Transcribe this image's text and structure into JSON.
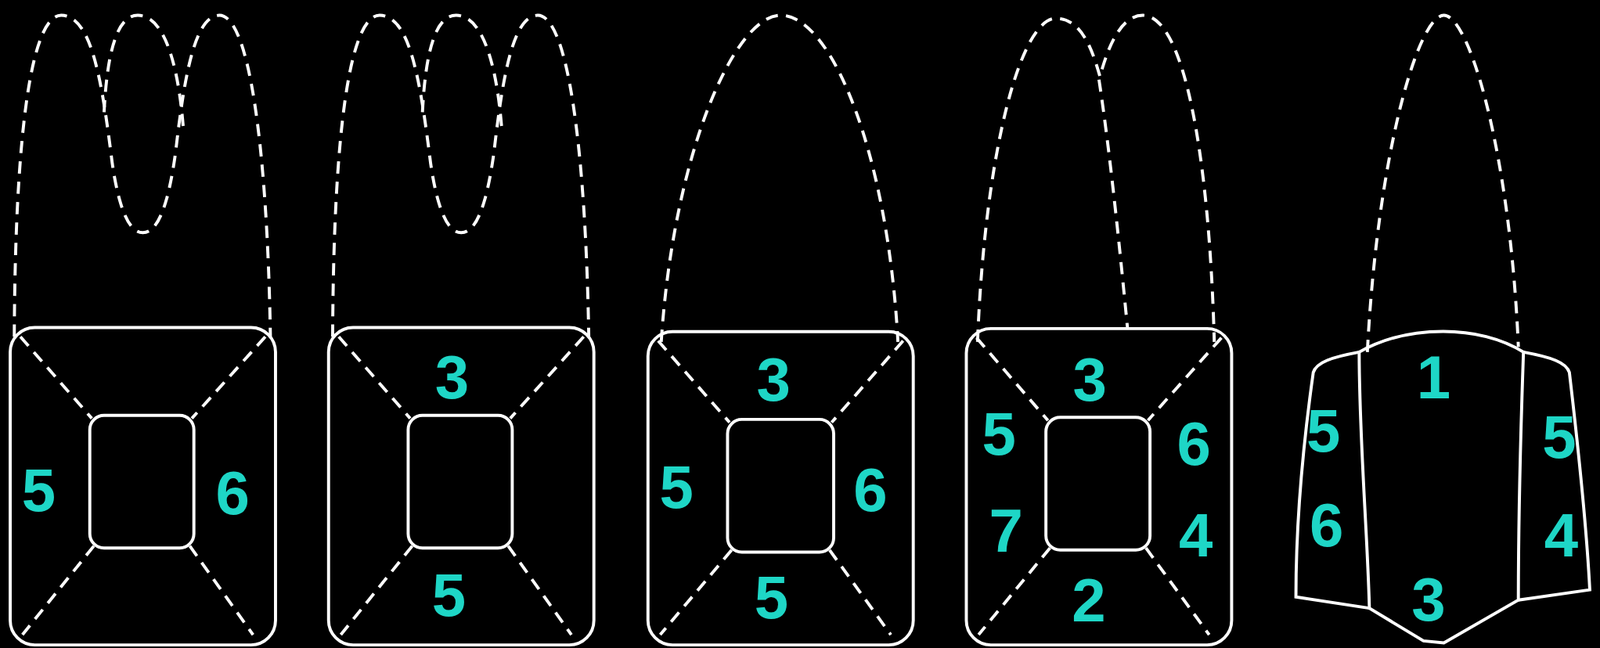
{
  "diagram": {
    "nodes": [
      {
        "text": [
          "5",
          "6"
        ]
      },
      {
        "text": [
          "3",
          "5"
        ]
      },
      {
        "text": [
          "3",
          "5",
          "6",
          "5"
        ]
      },
      {
        "text": [
          "3",
          "5",
          "6",
          "7",
          "4",
          "2"
        ]
      },
      {
        "text": [
          "1",
          "5",
          "5",
          "6",
          "4",
          "3"
        ]
      }
    ]
  }
}
